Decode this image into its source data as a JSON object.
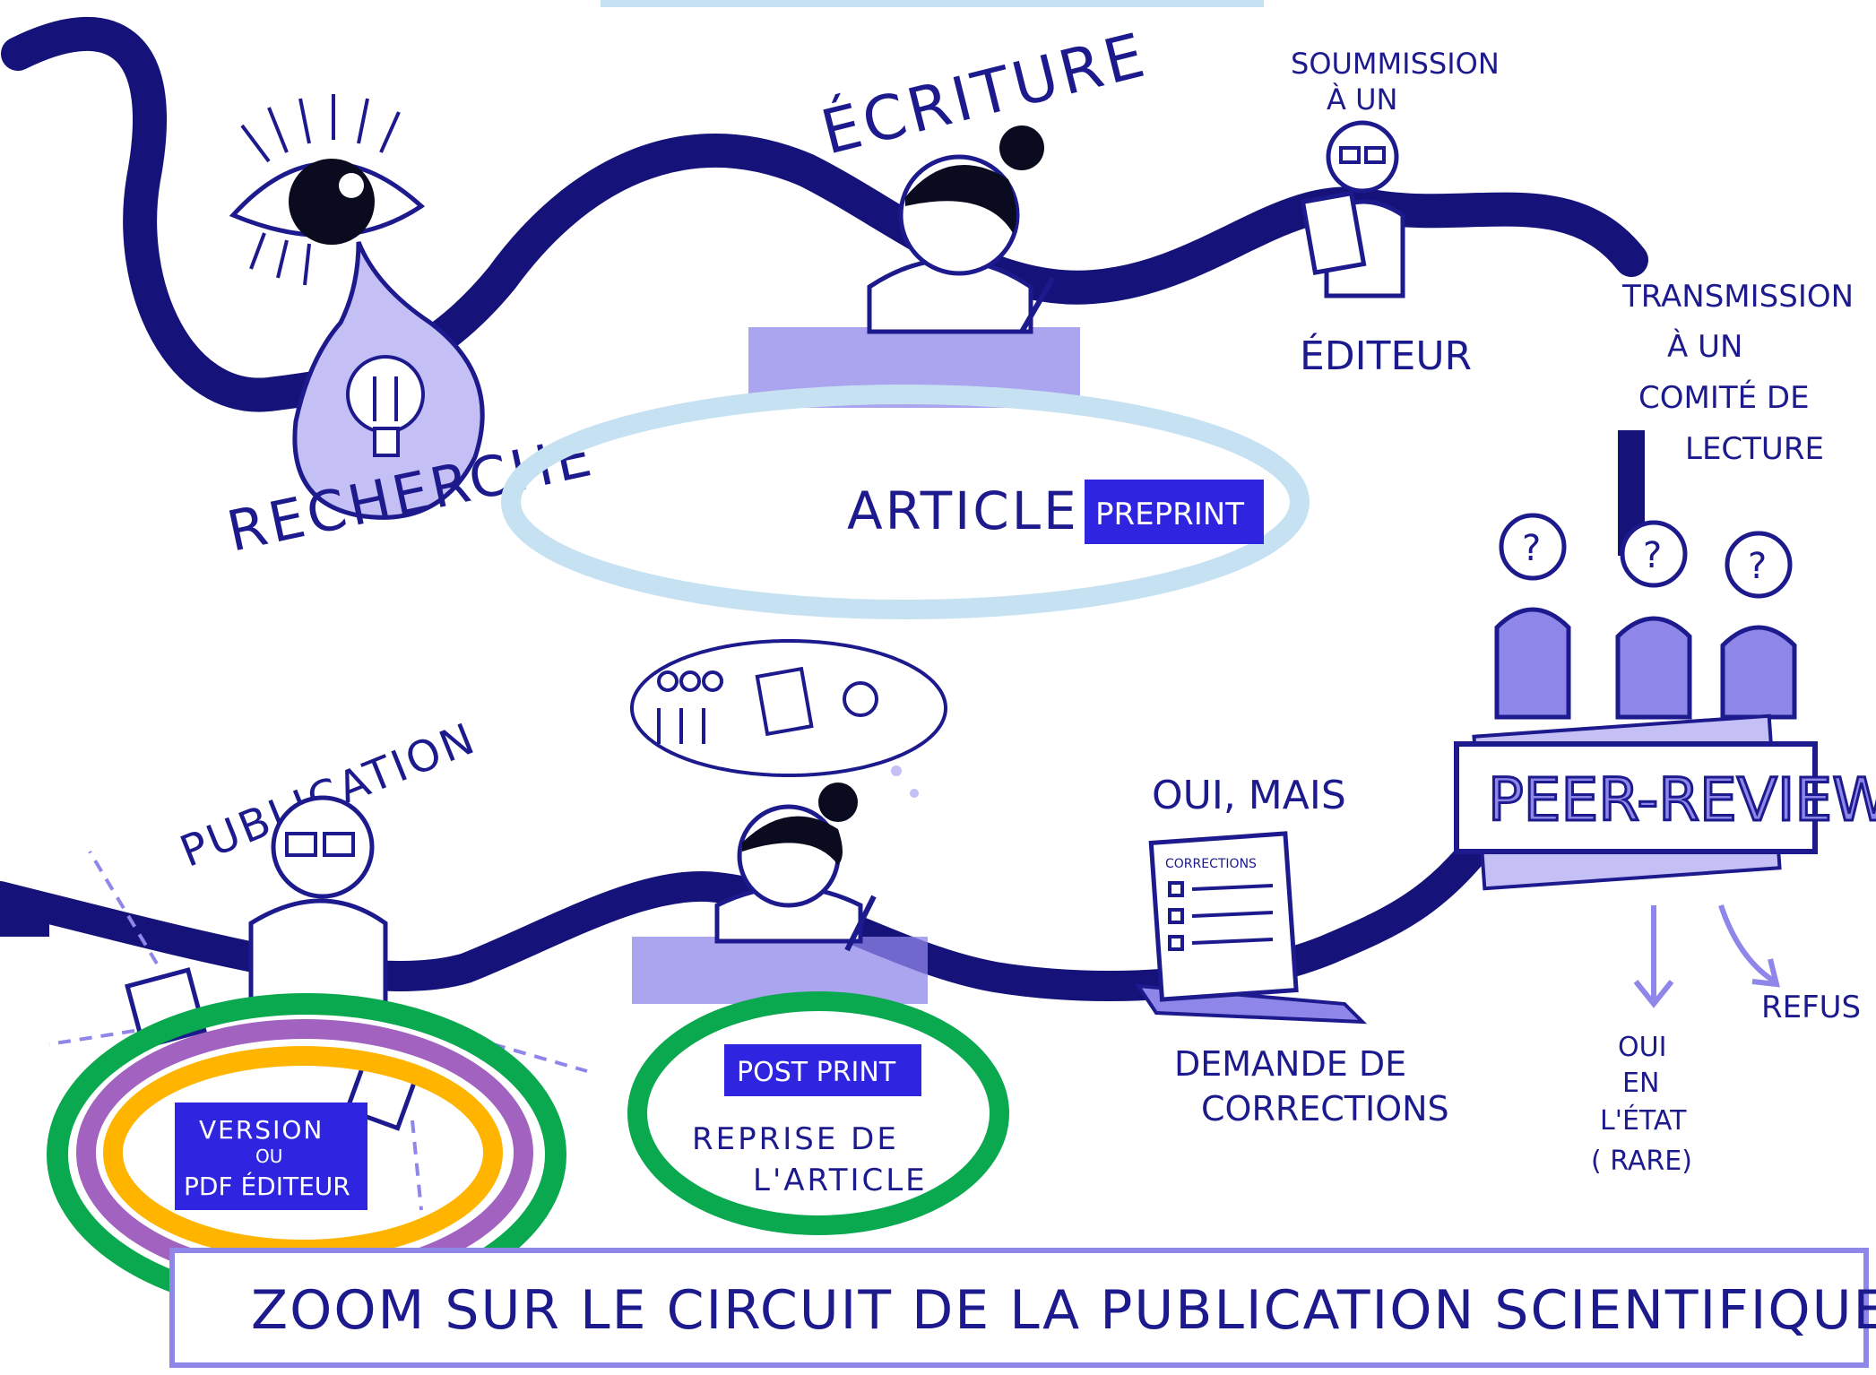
{
  "colors": {
    "ink": "#1c1a8c",
    "road": "#15137a",
    "lavender": "#8f86ea",
    "lavender_light": "#c4bff5",
    "label_bg": "#2f25e0",
    "highlight_blue": "#c6e2f2",
    "highlight_green": "#0aa84f",
    "highlight_purple": "#a263c0",
    "highlight_orange": "#ffb400"
  },
  "stages": {
    "recherche": "RECHERCHE",
    "ecriture": "ÉCRITURE",
    "article": "ARTICLE",
    "preprint": "PREPRINT",
    "soumission": [
      "SOUMMISSION",
      "À UN"
    ],
    "editeur": "ÉDITEUR",
    "transmission": [
      "TRANSMISSION",
      "À UN",
      "COMITÉ DE",
      "LECTURE"
    ],
    "peer_review": "PEER-REVIEW",
    "refus": "REFUS",
    "oui_etat": [
      "OUI",
      "EN",
      "L'ÉTAT",
      "( RARE)"
    ],
    "oui_mais": "OUI, MAIS",
    "corrections_tag": "CORRECTIONS",
    "demande": [
      "DEMANDE DE",
      "CORRECTIONS"
    ],
    "post_print": "POST PRINT",
    "reprise": [
      "REPRISE DE",
      "L'ARTICLE"
    ],
    "publication": "PUBLICATION",
    "version": [
      "VERSION",
      "OU",
      "PDF ÉDITEUR"
    ]
  },
  "icons": [
    "eye-icon",
    "lightbulb-icon",
    "researcher-writing-icon",
    "editor-icon",
    "reviewer-icon",
    "document-icon",
    "thought-bubble-icon",
    "arrow-icon"
  ],
  "footer": {
    "title": "ZOOM SUR LE CIRCUIT DE LA PUBLICATION SCIENTIFIQUE"
  }
}
